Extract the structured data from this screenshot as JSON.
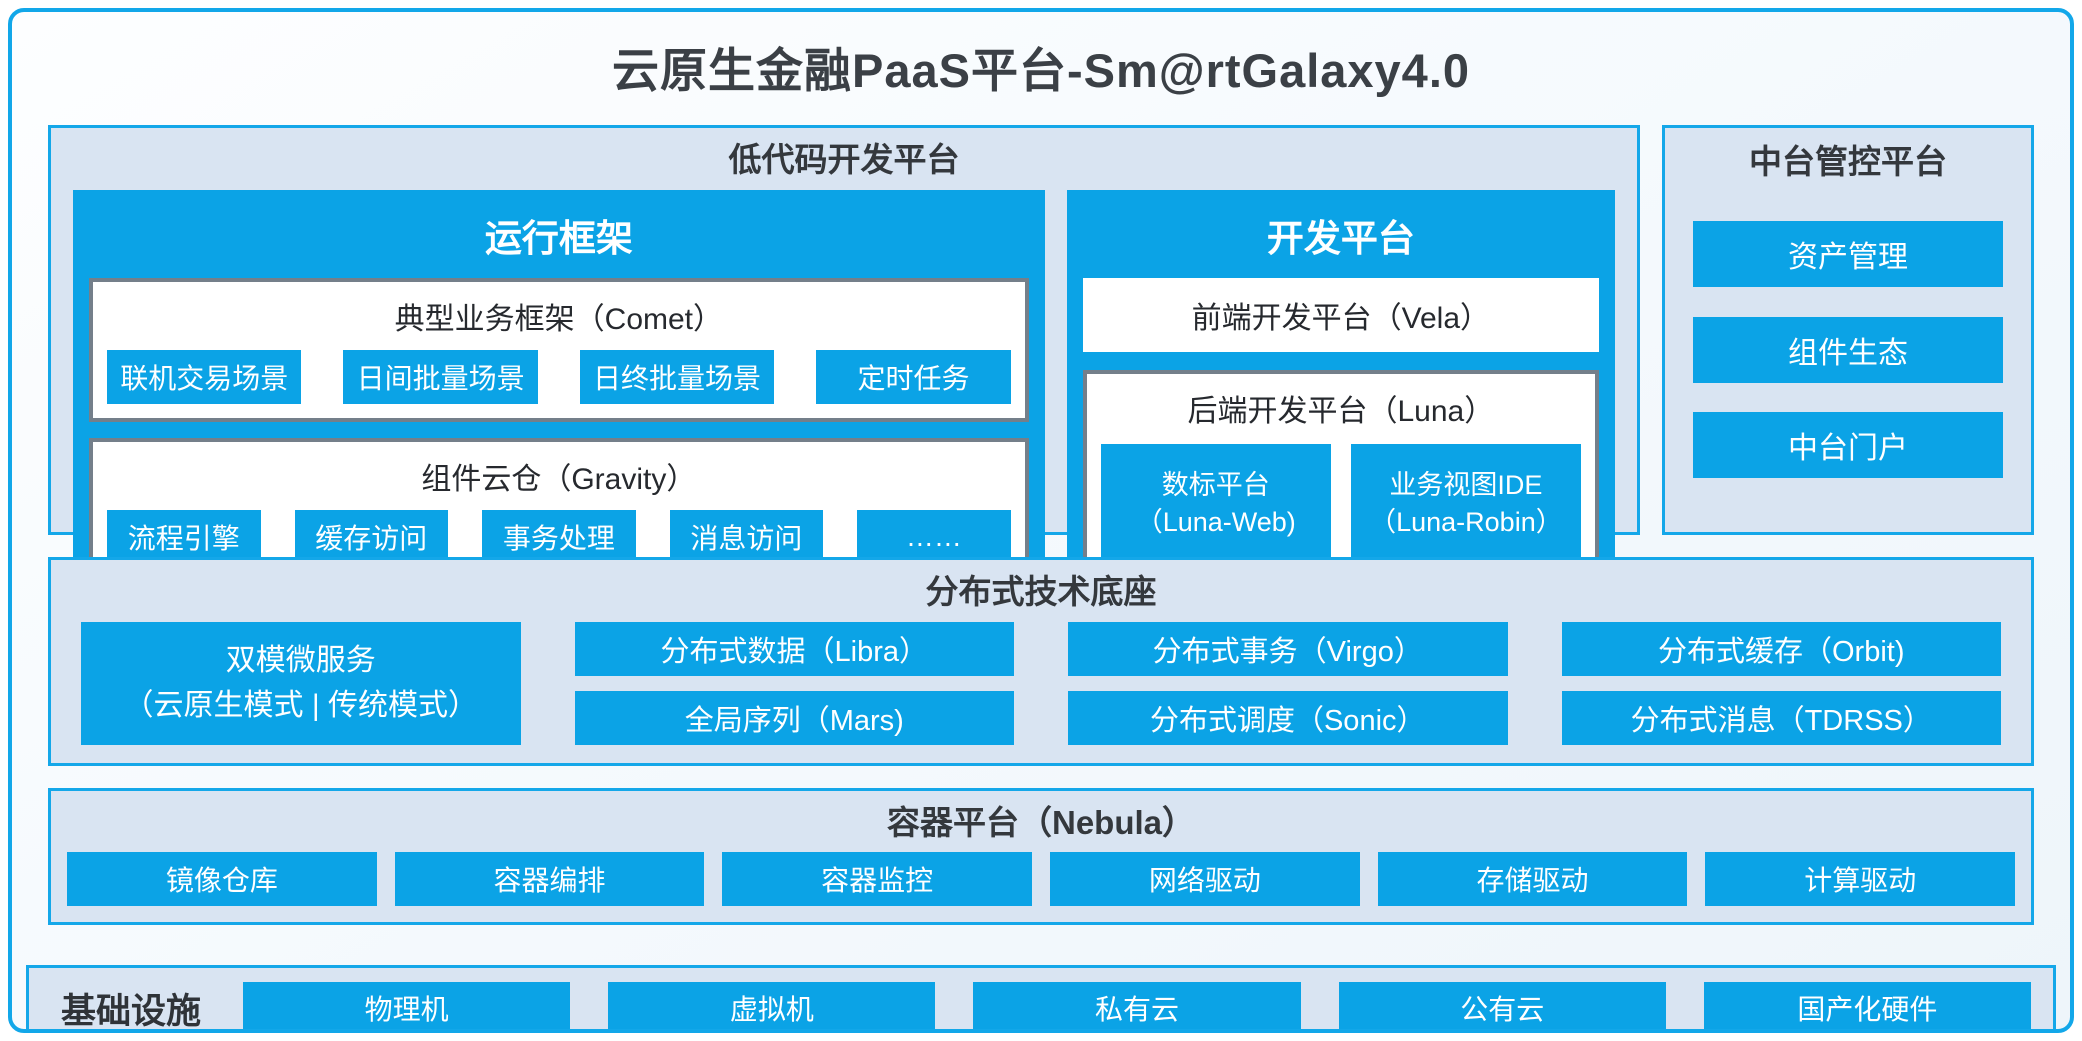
{
  "title": "云原生金融PaaS平台-Sm@rtGalaxy4.0",
  "colors": {
    "accent_blue": "#0ba3e6",
    "border_blue": "#12a7e9",
    "section_bg": "#d9e4f2",
    "box_border_gray": "#747f8a",
    "dark_text": "#3b4046"
  },
  "low_code": {
    "title": "低代码开发平台",
    "runtime": {
      "title": "运行框架",
      "groups": [
        {
          "title": "典型业务框架（Comet）",
          "chips": [
            "联机交易场景",
            "日间批量场景",
            "日终批量场景",
            "定时任务"
          ]
        },
        {
          "title": "组件云仓（Gravity）",
          "chips": [
            "流程引擎",
            "缓存访问",
            "事务处理",
            "消息访问",
            "……"
          ]
        }
      ]
    },
    "dev": {
      "title": "开发平台",
      "frontend": "前端开发平台（Vela）",
      "backend": {
        "title": "后端开发平台（Luna）",
        "chips": [
          {
            "line1": "数标平台",
            "line2": "（Luna-Web)"
          },
          {
            "line1": "业务视图IDE",
            "line2": "（Luna-Robin）"
          }
        ]
      }
    }
  },
  "midplatform": {
    "title": "中台管控平台",
    "items": [
      "资产管理",
      "组件生态",
      "中台门户"
    ]
  },
  "distributed": {
    "title": "分布式技术底座",
    "tall_box": {
      "line1": "双模微服务",
      "line2": "（云原生模式 | 传统模式）"
    },
    "columns": [
      [
        "分布式数据（Libra）",
        "全局序列（Mars)"
      ],
      [
        "分布式事务（Virgo）",
        "分布式调度（Sonic）"
      ],
      [
        "分布式缓存（Orbit)",
        "分布式消息（TDRSS）"
      ]
    ]
  },
  "container_platform": {
    "title": "容器平台（Nebula）",
    "chips": [
      "镜像仓库",
      "容器编排",
      "容器监控",
      "网络驱动",
      "存储驱动",
      "计算驱动"
    ]
  },
  "infrastructure": {
    "title": "基础设施",
    "chips": [
      "物理机",
      "虚拟机",
      "私有云",
      "公有云",
      "国产化硬件"
    ]
  }
}
